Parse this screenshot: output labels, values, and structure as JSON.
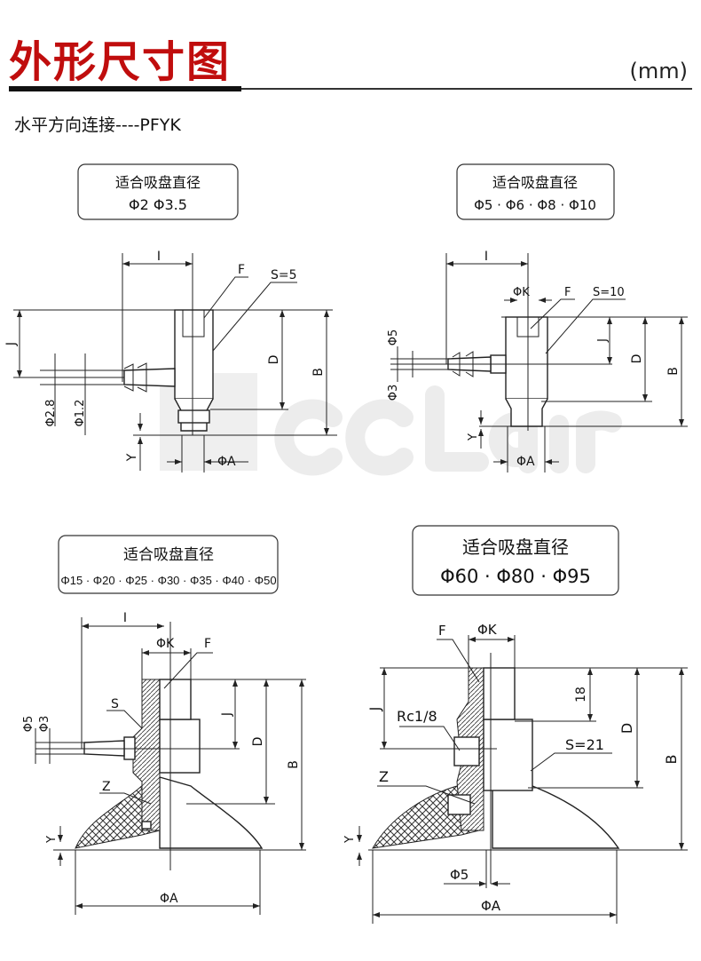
{
  "header": {
    "title": "外形尺寸图",
    "unit": "(mm)",
    "subtitle": "水平方向连接----PFYK"
  },
  "watermark": "CCLair",
  "colors": {
    "title": "#c00d0d",
    "watermark": "#e4e4e4"
  },
  "panels": [
    {
      "box_title": "适合吸盘直径",
      "box_sizes": "Φ2  Φ3.5",
      "labels": {
        "I": "I",
        "F": "F",
        "S": "S=5",
        "J": "J",
        "D": "D",
        "B": "B",
        "Y": "Y",
        "A": "ΦA",
        "d1": "Φ2.8",
        "d2": "Φ1.2"
      }
    },
    {
      "box_title": "适合吸盘直径",
      "box_sizes": "Φ5 · Φ6 · Φ8 · Φ10",
      "labels": {
        "I": "I",
        "K": "ΦK",
        "F": "F",
        "S": "S=10",
        "J": "J",
        "D": "D",
        "B": "B",
        "Y": "Y",
        "A": "ΦA",
        "d1": "Φ5",
        "d2": "Φ3"
      }
    },
    {
      "box_title": "适合吸盘直径",
      "box_sizes": "Φ15 · Φ20 · Φ25 · Φ30 · Φ35 · Φ40 · Φ50",
      "labels": {
        "I": "I",
        "K": "ΦK",
        "F": "F",
        "S": "S",
        "J": "J",
        "D": "D",
        "B": "B",
        "Y": "Y",
        "A": "ΦA",
        "Z": "Z",
        "d1": "Φ5",
        "d2": "Φ3"
      }
    },
    {
      "box_title": "适合吸盘直径",
      "box_sizes": "Φ60 · Φ80 · Φ95",
      "labels": {
        "F": "F",
        "K": "ΦK",
        "J": "J",
        "Rc": "Rc1/8",
        "h18": "18",
        "D": "D",
        "B": "B",
        "S": "S=21",
        "Z": "Z",
        "Y": "Y",
        "d5": "Φ5",
        "A": "ΦA"
      }
    }
  ]
}
